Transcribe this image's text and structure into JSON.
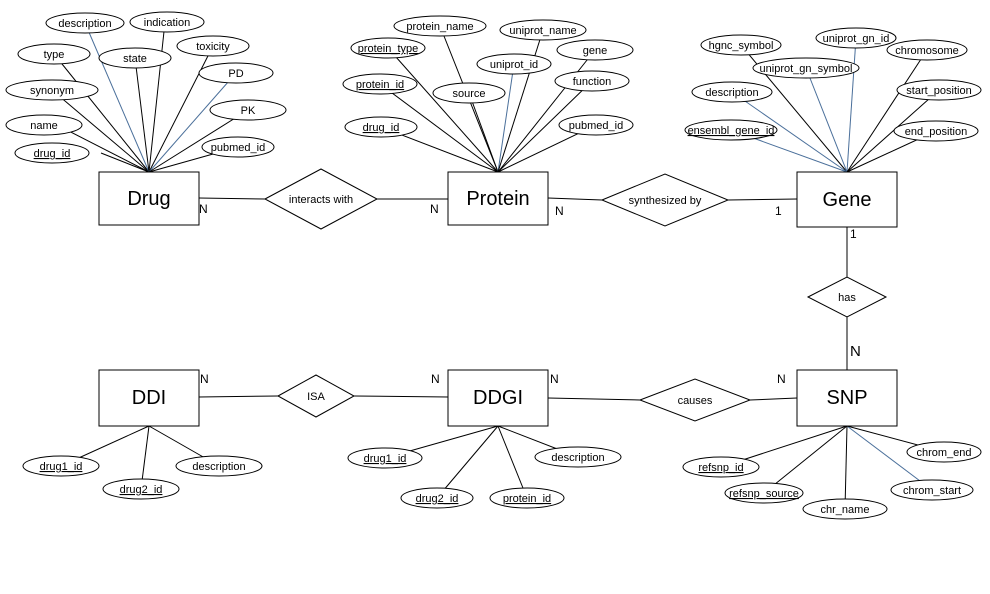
{
  "entities": {
    "drug": "Drug",
    "protein": "Protein",
    "gene": "Gene",
    "ddi": "DDI",
    "ddgi": "DDGI",
    "snp": "SNP"
  },
  "relationships": {
    "interacts": "interacts with",
    "synthesized": "synthesized by",
    "has": "has",
    "isa": "ISA",
    "causes": "causes"
  },
  "attributes": {
    "drug": {
      "description": "description",
      "indication": "indication",
      "type": "type",
      "state": "state",
      "toxicity": "toxicity",
      "pd": "PD",
      "synonym": "synonym",
      "pk": "PK",
      "name": "name",
      "pubmed_id": "pubmed_id",
      "drug_id": "drug_id"
    },
    "protein": {
      "protein_name": "protein_name",
      "uniprot_name": "uniprot_name",
      "protein_type": "protein_type",
      "gene": "gene",
      "uniprot_id": "uniprot_id",
      "protein_id": "protein_id",
      "function": "function",
      "source": "source",
      "pubmed_id": "pubmed_id",
      "drug_id": "drug_id"
    },
    "gene": {
      "hgnc_symbol": "hgnc_symbol",
      "uniprot_gn_id": "uniprot_gn_id",
      "uniprot_gn_symbol": "uniprot_gn_symbol",
      "chromosome": "chromosome",
      "description": "description",
      "start_position": "start_position",
      "ensembl_gene_id": "ensembl_gene_id",
      "end_position": "end_position"
    },
    "ddi": {
      "drug1_id": "drug1_id",
      "drug2_id": "drug2_id",
      "description": "description"
    },
    "ddgi": {
      "drug1_id": "drug1_id",
      "description": "description",
      "drug2_id": "drug2_id",
      "protein_id": "protein_id"
    },
    "snp": {
      "refsnp_id": "refsnp_id",
      "chrom_end": "chrom_end",
      "refsnp_source": "refsnp_source",
      "chrom_start": "chrom_start",
      "chr_name": "chr_name"
    }
  },
  "cardinalities": {
    "drug_interacts": "N",
    "protein_interacts": "N",
    "protein_synth": "N",
    "gene_synth": "1",
    "gene_has": "1",
    "snp_has": "N",
    "ddi_isa": "N",
    "ddgi_isa": "N",
    "ddgi_causes": "N",
    "snp_causes": "N"
  },
  "colors": {
    "line": "#000000",
    "accent_line": "#4a6f9a"
  }
}
